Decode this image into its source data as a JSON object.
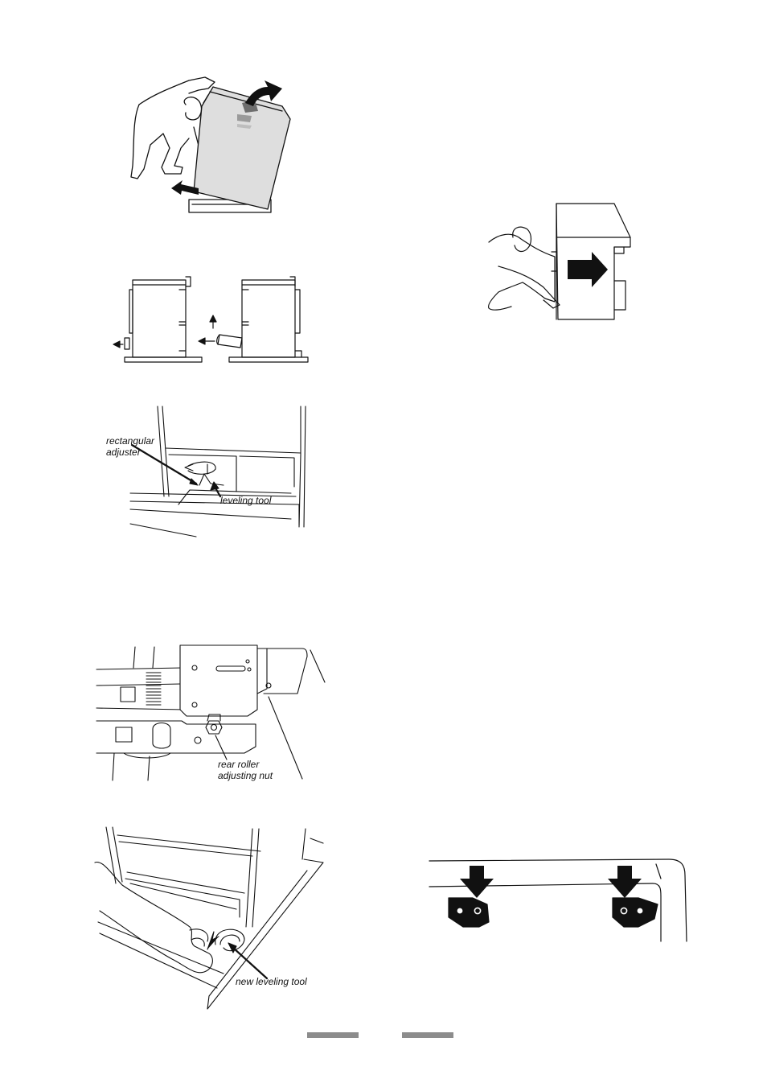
{
  "figures": {
    "rect_adjuster": {
      "label_line1": "rectangular",
      "label_line2": "adjuster",
      "tool_label": "leveling tool"
    },
    "rear_roller": {
      "label_line1": "rear roller",
      "label_line2": "adjusting nut"
    },
    "new_tool": {
      "label": "new leveling tool"
    }
  },
  "colors": {
    "ink": "#111111",
    "appliance_fill": "#dedede",
    "arrow_fill": "#111111",
    "arrow_grey": "#6e6e6e",
    "footer_bar": "#8c8c8c"
  }
}
